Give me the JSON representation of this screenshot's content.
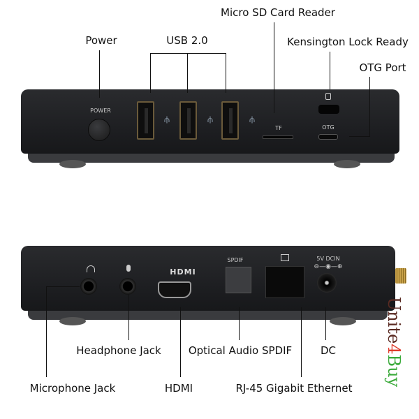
{
  "top_labels": {
    "power": "Power",
    "usb": "USB 2.0",
    "micro_sd": "Micro SD Card Reader",
    "kensington": "Kensington Lock Ready",
    "otg": "OTG Port"
  },
  "top_device_text": {
    "power": "POWER",
    "tf": "TF",
    "otg": "OTG",
    "usb_icon": "⫛"
  },
  "bottom_labels": {
    "headphone": "Headphone Jack",
    "optical": "Optical Audio SPDIF",
    "dc": "DC",
    "microphone": "Microphone Jack",
    "hdmi": "HDMI",
    "ethernet": "RJ-45 Gigabit Ethernet"
  },
  "bottom_device_text": {
    "hdmi": "HDMI",
    "spdif": "SPDIF",
    "dcin": "5V  DCIN",
    "polarity": "⊖—◉—⊕"
  },
  "watermark": {
    "part1": "Unite",
    "part2": "4",
    "part3": "Buy",
    "colors": [
      "#5a2a22",
      "#e03a2a",
      "#3aaa3a"
    ]
  }
}
